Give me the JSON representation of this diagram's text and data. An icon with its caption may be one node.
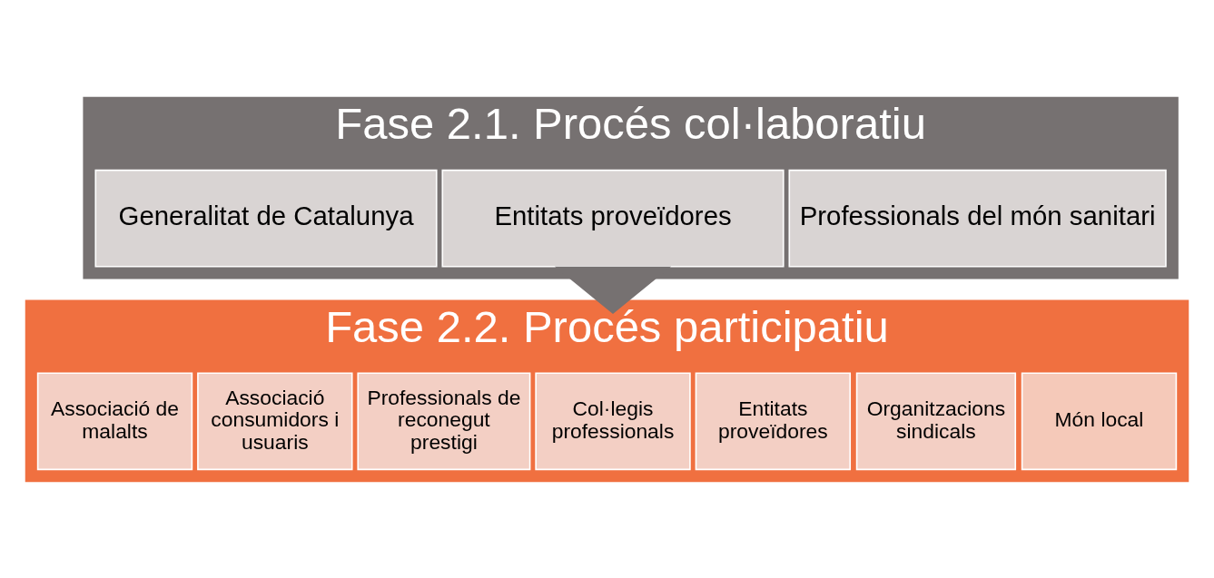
{
  "diagram": {
    "nodes": [
      {
        "text": [
          "Fase 2.1. Procés col·laboratiu"
        ]
      },
      {
        "text": [
          "Professionals del món sanitari"
        ],
        "in": 0
      },
      {
        "text": [
          "Entitats proveïdores"
        ],
        "in": 0
      },
      {
        "text": [
          "Generalitat de Catalunya"
        ],
        "in": 0
      },
      {
        "text": [
          "Fase 2.2. Procés participatiu"
        ]
      },
      {
        "text": [
          "Món local"
        ],
        "in": 4
      },
      {
        "text": [
          "Organitzacions sindicals"
        ],
        "in": 4
      },
      {
        "text": [
          "Entitats proveïdores"
        ],
        "in": 4
      },
      {
        "text": [
          "Col·legis professionals"
        ],
        "in": 4
      },
      {
        "text": [
          "Professionals de reconegut prestigi"
        ],
        "in": 4
      },
      {
        "text": [
          "Associació consumidors i usuaris"
        ],
        "in": 4
      },
      {
        "text": [
          "Associació de malalts"
        ],
        "in": 4
      }
    ],
    "edges": [
      {
        "from": 0,
        "to": 4,
        "arrow": "to",
        "style": "thick"
      }
    ]
  }
}
